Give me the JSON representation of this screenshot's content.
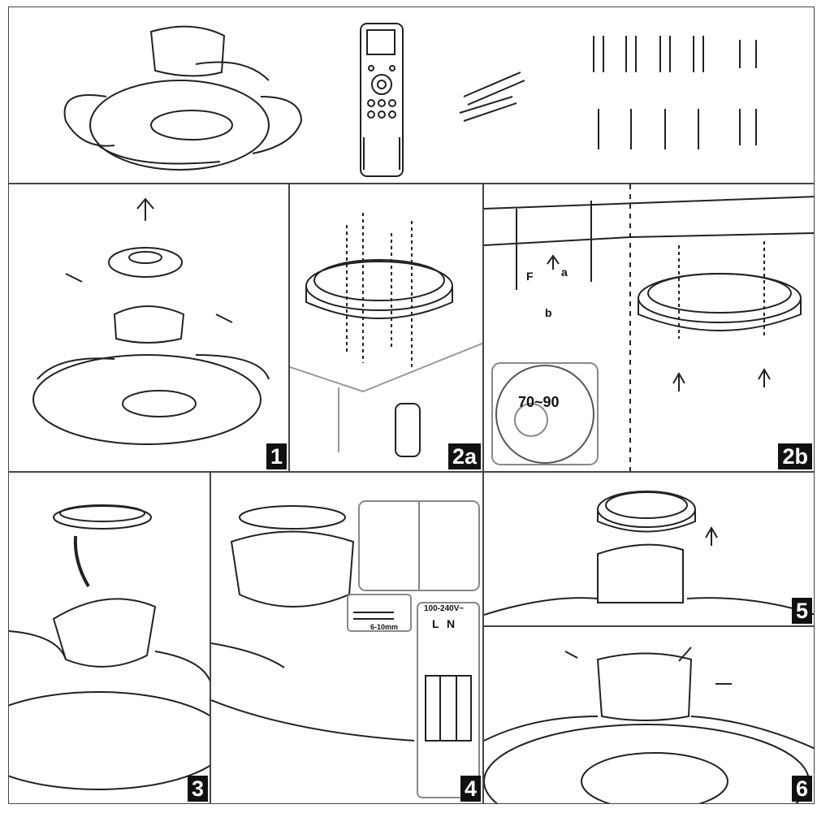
{
  "steps": {
    "s1": "1",
    "s2a": "2a",
    "s2b": "2b",
    "s3": "3",
    "s4": "4",
    "s5": "5",
    "s6": "6"
  },
  "labels": {
    "distance": "70~90",
    "arrow_a": "a",
    "arrow_b": "b",
    "anchor_f": "F",
    "voltage": "100-240V~",
    "strip_length": "6-10mm",
    "live": "L",
    "neutral": "N"
  }
}
